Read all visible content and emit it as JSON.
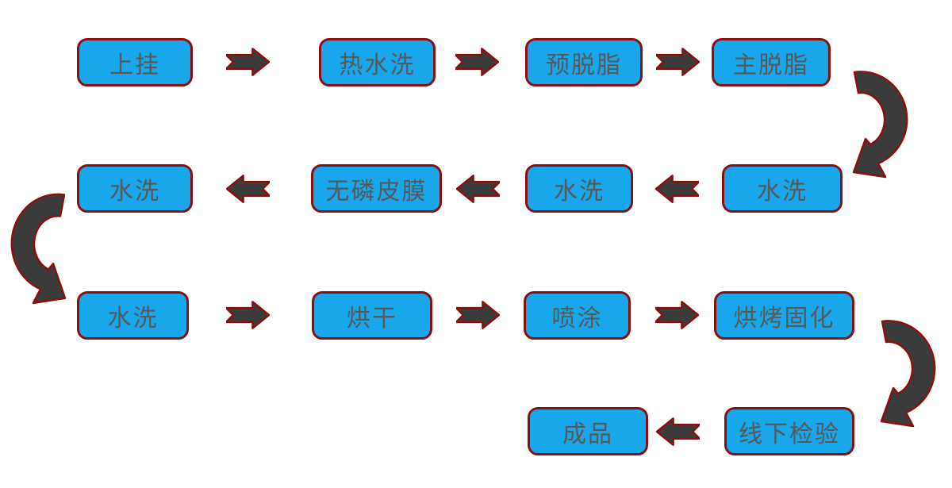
{
  "diagram": {
    "type": "flowchart",
    "description": "spray-coating process flow",
    "colors": {
      "node_fill": "#18a7ea",
      "node_border": "#8b0f0f",
      "node_text": "#595959",
      "arrow_fill": "#3b3b3b",
      "arrow_border": "#8b0f0f",
      "background": "#ffffff"
    },
    "steps": [
      {
        "id": "hang-up",
        "label": "上挂"
      },
      {
        "id": "hot-water-wash",
        "label": "热水洗"
      },
      {
        "id": "pre-degrease",
        "label": "预脱脂"
      },
      {
        "id": "main-degrease",
        "label": "主脱脂"
      },
      {
        "id": "water-wash-1",
        "label": "水洗"
      },
      {
        "id": "water-wash-2",
        "label": "水洗"
      },
      {
        "id": "phosphorus-free-film",
        "label": "无磷皮膜"
      },
      {
        "id": "water-wash-3",
        "label": "水洗"
      },
      {
        "id": "water-wash-4",
        "label": "水洗"
      },
      {
        "id": "drying",
        "label": "烘干"
      },
      {
        "id": "spray-coating",
        "label": "喷涂"
      },
      {
        "id": "bake-curing",
        "label": "烘烤固化"
      },
      {
        "id": "offline-inspection",
        "label": "线下检验"
      },
      {
        "id": "finished-product",
        "label": "成品"
      }
    ],
    "flow_order": "上挂 → 热水洗 → 预脱脂 → 主脱脂 → 水洗 → 水洗 → 无磷皮膜 → 水洗 → 水洗 → 烘干 → 喷涂 → 烘烤固化 → 线下检验 → 成品"
  }
}
